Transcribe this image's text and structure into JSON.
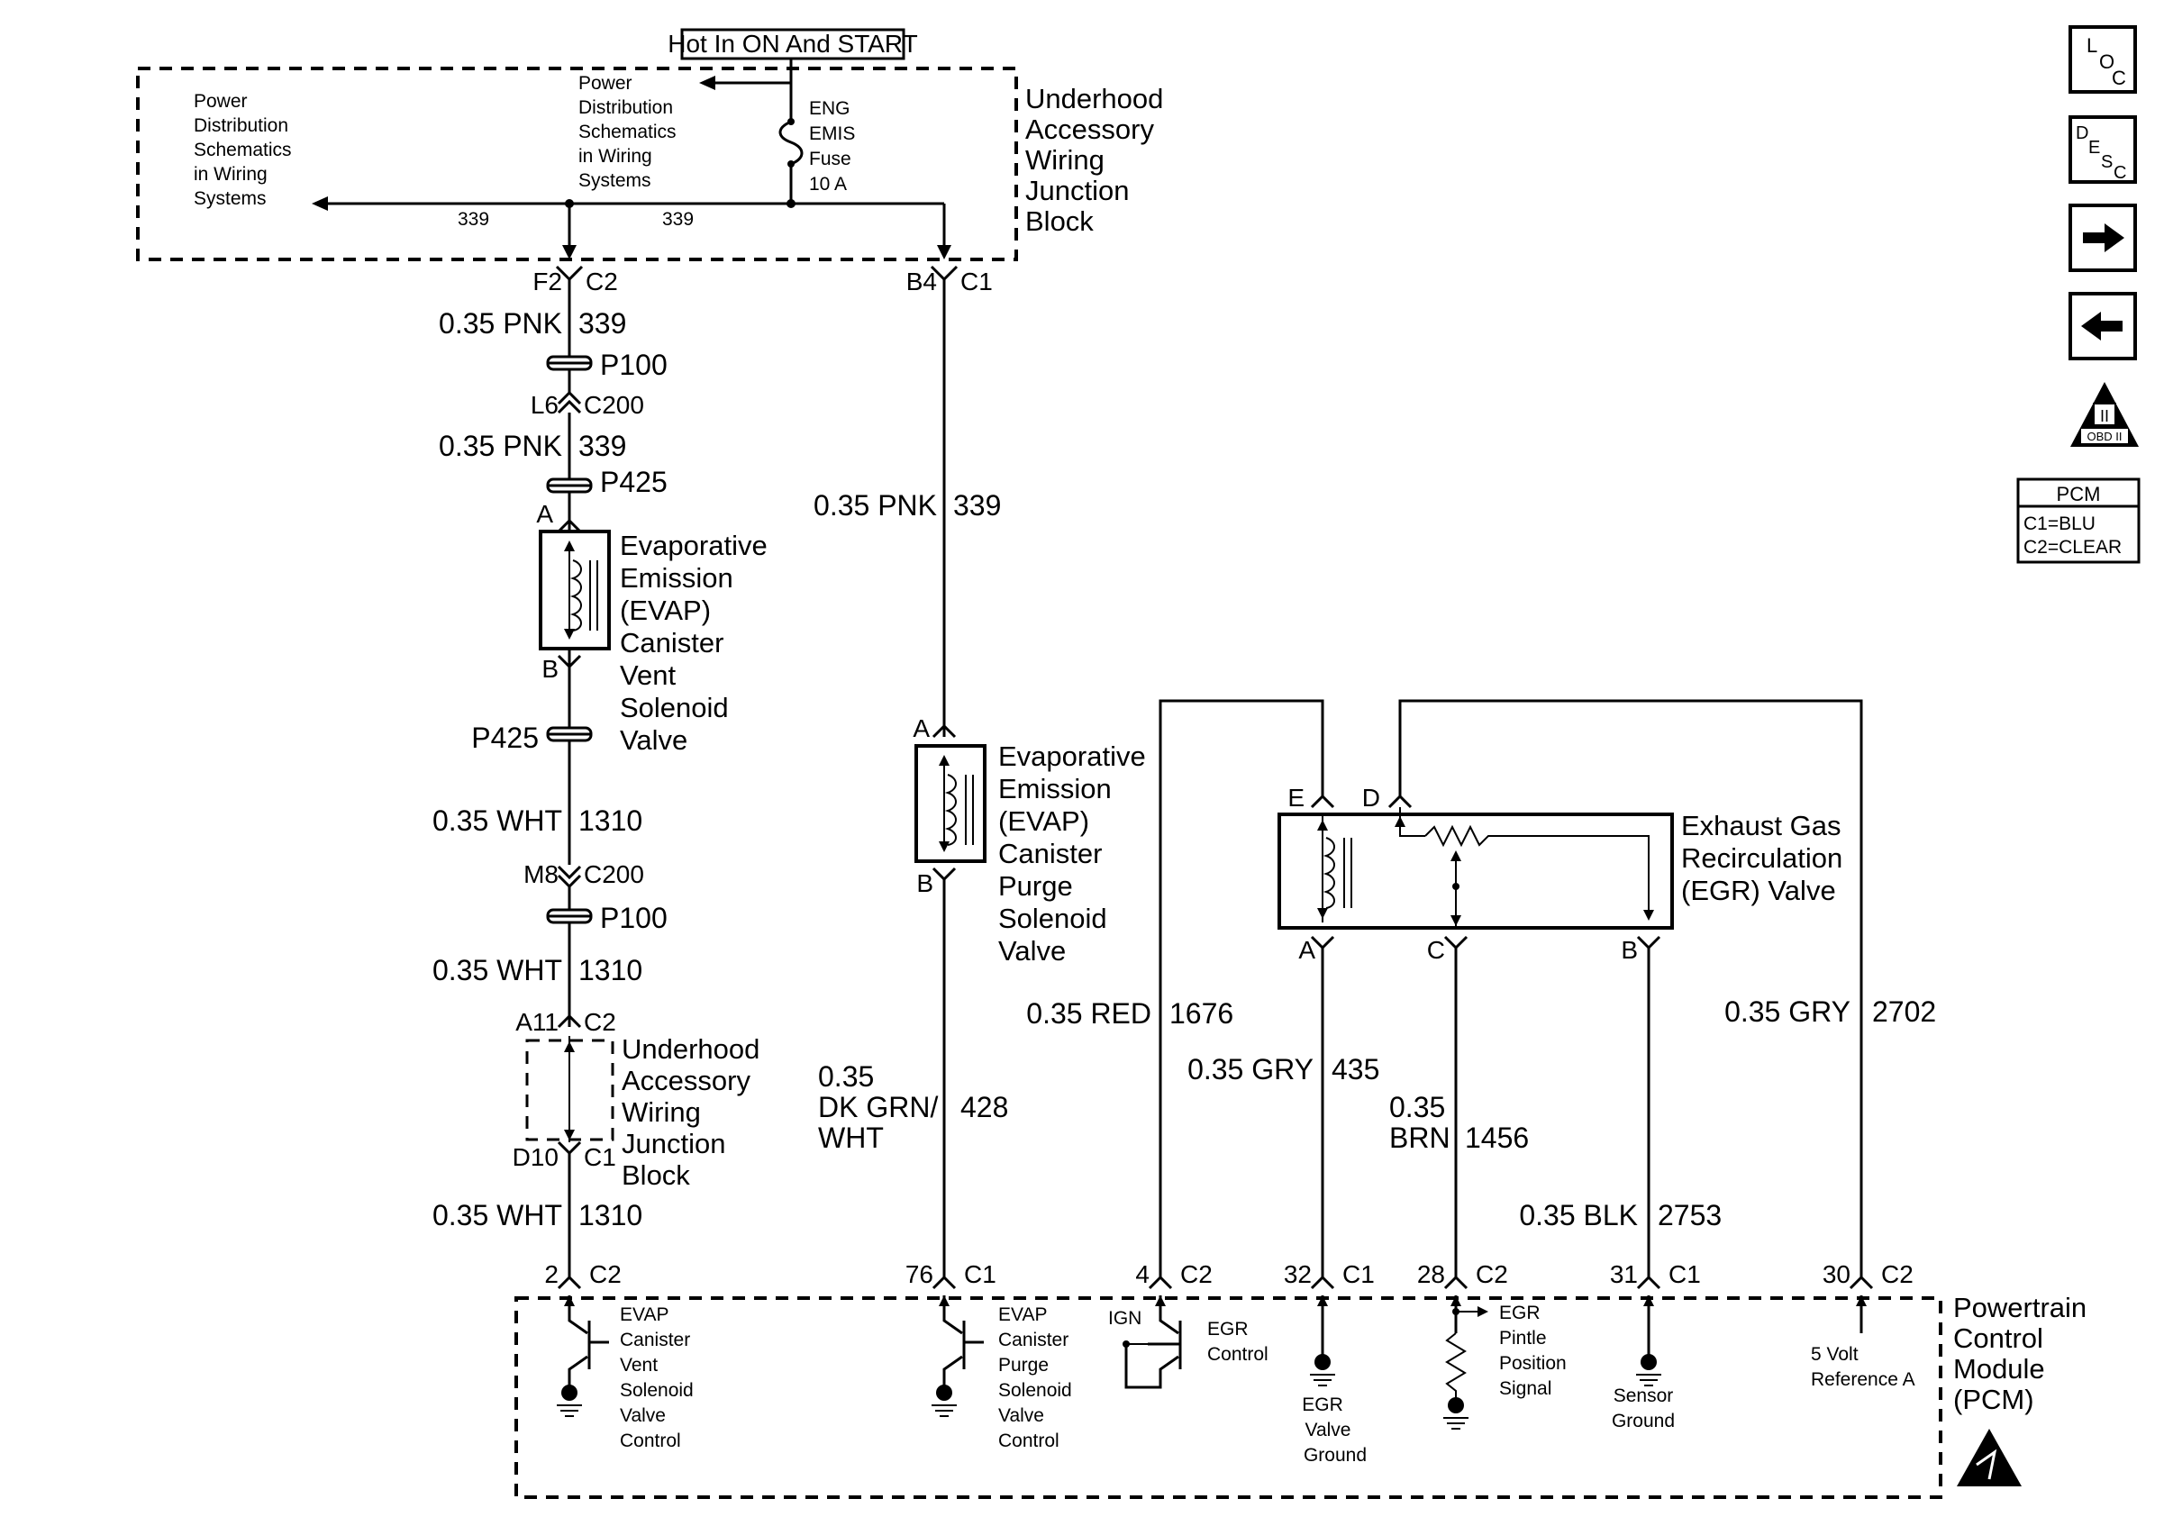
{
  "header": {
    "hot_label": "Hot In ON And START"
  },
  "top_block": {
    "left_ref": [
      "Power",
      "Distribution",
      "Schematics",
      "in Wiring",
      "Systems"
    ],
    "mid_ref": [
      "Power",
      "Distribution",
      "Schematics",
      "in Wiring",
      "Systems"
    ],
    "fuse": [
      "ENG",
      "EMIS",
      "Fuse",
      "10 A"
    ],
    "name": [
      "Underhood",
      "Accessory",
      "Wiring",
      "Junction",
      "Block"
    ],
    "wire_left": "339",
    "wire_mid": "339"
  },
  "left_column": {
    "f2": "F2",
    "c2_top": "C2",
    "wire1_spec": "0.35 PNK",
    "wire1_num": "339",
    "p100_top": "P100",
    "l6": "L6",
    "c200_top": "C200",
    "wire2_spec": "0.35 PNK",
    "wire2_num": "339",
    "p425_top": "P425",
    "pin_a": "A",
    "vent_valve": [
      "Evaporative",
      "Emission",
      "(EVAP)",
      "Canister",
      "Vent",
      "Solenoid",
      "Valve"
    ],
    "pin_b": "B",
    "p425_bottom": "P425",
    "wire3_spec": "0.35  WHT",
    "wire3_num": "1310",
    "m8": "M8",
    "c200_bottom": "C200",
    "p100_bottom": "P100",
    "wire4_spec": "0.35  WHT",
    "wire4_num": "1310",
    "a11": "A11",
    "c2_mid": "C2",
    "junction": [
      "Underhood",
      "Accessory",
      "Wiring",
      "Junction",
      "Block"
    ],
    "d10": "D10",
    "c1_mid": "C1",
    "wire5_spec": "0.35  WHT",
    "wire5_num": "1310"
  },
  "mid_column": {
    "b4": "B4",
    "c1": "C1",
    "wire1_spec": "0.35 PNK",
    "wire1_num": "339",
    "pin_a": "A",
    "purge_valve": [
      "Evaporative",
      "Emission",
      "(EVAP)",
      "Canister",
      "Purge",
      "Solenoid",
      "Valve"
    ],
    "pin_b": "B",
    "wire2_spec": [
      "0.35",
      "DK GRN/",
      "WHT"
    ],
    "wire2_num": "428"
  },
  "egr": {
    "pin_e": "E",
    "pin_d": "D",
    "pin_a": "A",
    "pin_c": "C",
    "pin_b": "B",
    "name": [
      "Exhaust Gas",
      "Recirculation",
      "(EGR) Valve"
    ],
    "wire_red_spec": "0.35 RED",
    "wire_red_num": "1676",
    "wire_gry_spec": "0.35 GRY",
    "wire_gry_num": "435",
    "wire_brn_spec": [
      "0.35",
      "BRN"
    ],
    "wire_brn_num": "1456",
    "wire_blk_spec": "0.35 BLK",
    "wire_blk_num": "2753",
    "wire_gry2_spec": "0.35 GRY",
    "wire_gry2_num": "2702"
  },
  "pcm": {
    "name": [
      "Powertrain",
      "Control",
      "Module",
      "(PCM)"
    ],
    "pins": [
      {
        "num": "2",
        "conn": "C2"
      },
      {
        "num": "76",
        "conn": "C1"
      },
      {
        "num": "4",
        "conn": "C2"
      },
      {
        "num": "32",
        "conn": "C1"
      },
      {
        "num": "28",
        "conn": "C2"
      },
      {
        "num": "31",
        "conn": "C1"
      },
      {
        "num": "30",
        "conn": "C2"
      }
    ],
    "vent_control": [
      "EVAP",
      "Canister",
      "Vent",
      "Solenoid",
      "Valve",
      "Control"
    ],
    "purge_control": [
      "EVAP",
      "Canister",
      "Purge",
      "Solenoid",
      "Valve",
      "Control"
    ],
    "ign": "IGN",
    "egr_control": [
      "EGR",
      "Control"
    ],
    "egr_ground": [
      "EGR",
      "Valve",
      "Ground"
    ],
    "pintle": [
      "EGR",
      "Pintle",
      "Position",
      "Signal"
    ],
    "sensor_ground": [
      "Sensor",
      "Ground"
    ],
    "ref": [
      "5 Volt",
      "Reference A"
    ]
  },
  "side_panel": {
    "loc": [
      "L",
      "O",
      "C"
    ],
    "desc": [
      "D",
      "E",
      "S",
      "C"
    ],
    "obd": [
      "II",
      "OBD II"
    ],
    "legend_title": "PCM",
    "legend_lines": [
      "C1=BLU",
      "C2=CLEAR"
    ]
  }
}
